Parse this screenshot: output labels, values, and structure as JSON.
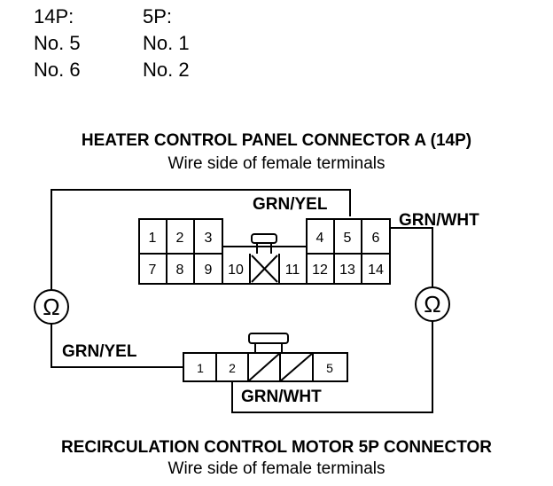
{
  "pin_table": {
    "col1_header": "14P:",
    "col2_header": "5P:",
    "rows": [
      [
        "No. 5",
        "No. 1"
      ],
      [
        "No. 6",
        "No. 2"
      ]
    ]
  },
  "connector_14p": {
    "title": "HEATER CONTROL PANEL CONNECTOR A (14P)",
    "subtitle": "Wire side of female terminals",
    "top_left_pins": [
      "1",
      "2",
      "3"
    ],
    "top_right_pins": [
      "4",
      "5",
      "6"
    ],
    "bottom_pins": [
      "7",
      "8",
      "9",
      "10",
      "11",
      "12",
      "13",
      "14"
    ]
  },
  "connector_5p": {
    "title": "RECIRCULATION CONTROL MOTOR 5P CONNECTOR",
    "subtitle": "Wire side of female terminals",
    "pins": [
      "1",
      "2",
      "5"
    ]
  },
  "wires": {
    "grn_yel_top": "GRN/YEL",
    "grn_wht_top": "GRN/WHT",
    "grn_yel_left": "GRN/YEL",
    "grn_wht_bottom": "GRN/WHT"
  },
  "meters": {
    "left_symbol": "Ω",
    "right_symbol": "Ω"
  }
}
